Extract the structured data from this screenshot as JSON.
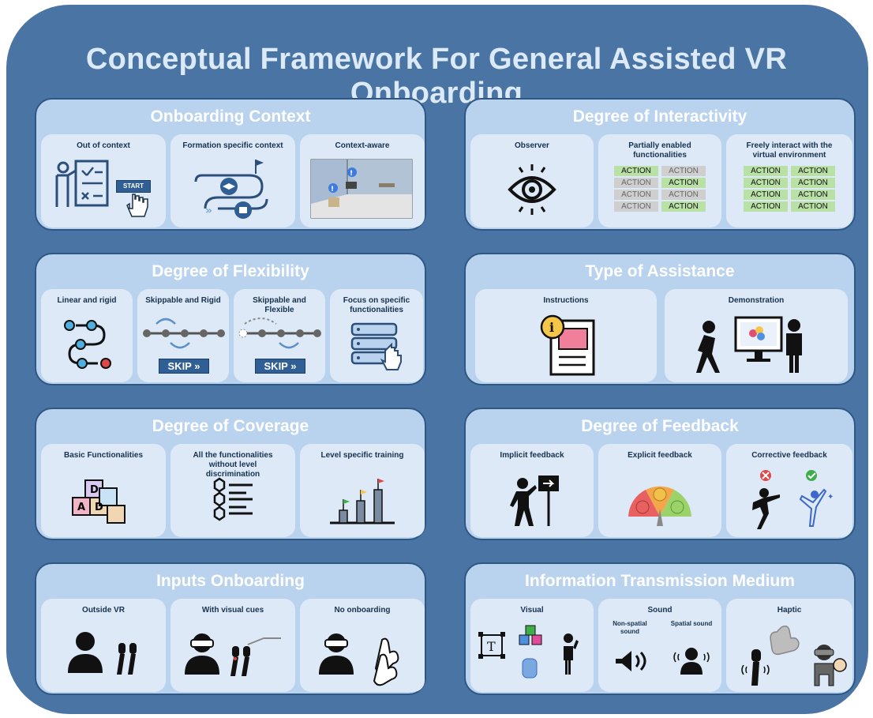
{
  "title": "Conceptual Framework For General Assisted VR Onboarding",
  "sections": {
    "onboarding_context": {
      "title": "Onboarding Context",
      "cards": [
        "Out of context",
        "Formation specific context",
        "Context-aware"
      ],
      "start_label": "START"
    },
    "interactivity": {
      "title": "Degree of Interactivity",
      "cards": [
        "Observer",
        "Partially enabled functionalities",
        "Freely interact with the virtual environment"
      ],
      "action_label": "ACTION",
      "partial_grid": [
        [
          true,
          false
        ],
        [
          false,
          true
        ],
        [
          false,
          false
        ],
        [
          false,
          true
        ]
      ],
      "free_grid": [
        [
          true,
          true
        ],
        [
          true,
          true
        ],
        [
          true,
          true
        ],
        [
          true,
          true
        ]
      ]
    },
    "flexibility": {
      "title": "Degree of Flexibility",
      "cards": [
        "Linear and rigid",
        "Skippable and Rigid",
        "Skippable and Flexible",
        "Focus on specific functionalities"
      ],
      "skip_label": "SKIP"
    },
    "assistance": {
      "title": "Type of Assistance",
      "cards": [
        "Instructions",
        "Demonstration"
      ]
    },
    "coverage": {
      "title": "Degree of Coverage",
      "cards": [
        "Basic Functionalities",
        "All the functionalities without level discrimination",
        "Level specific training"
      ]
    },
    "feedback": {
      "title": "Degree of Feedback",
      "cards": [
        "Implicit feedback",
        "Explicit feedback",
        "Corrective feedback"
      ]
    },
    "inputs": {
      "title": "Inputs Onboarding",
      "cards": [
        "Outside VR",
        "With visual cues",
        "No onboarding"
      ]
    },
    "medium": {
      "title": "Information Transmission Medium",
      "cards": [
        "Visual",
        "Sound",
        "Haptic"
      ],
      "sound_sub": [
        "Non-spatial sound",
        "Spatial sound"
      ]
    }
  },
  "colors": {
    "frame": "#4a74a3",
    "section": "#b9d3ef",
    "card": "#dde9f6",
    "action_on": "#b9e0a5",
    "action_off": "#cfcfcf"
  }
}
